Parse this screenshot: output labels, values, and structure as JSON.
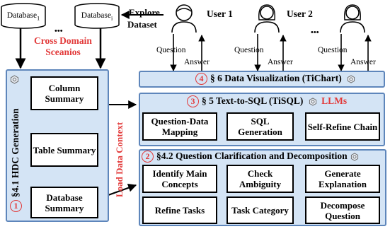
{
  "databases": [
    {
      "label": "Database",
      "sub": "1"
    },
    {
      "label": "Database",
      "sub": "i"
    }
  ],
  "db_ellipsis": "•••",
  "cross_domain": [
    "Cross Domain",
    "Sceanios"
  ],
  "explore": [
    "Explore",
    "Dataset"
  ],
  "users": [
    {
      "label": "User 1"
    },
    {
      "label": "User 2"
    }
  ],
  "users_ellipsis": "•••",
  "question_label": "Question",
  "answer_label": "Answer",
  "hdc": {
    "title": "§4.1 HDC Generation",
    "num": "1",
    "boxes": [
      "Column Summary",
      "Table Summary",
      "Database Summary"
    ]
  },
  "load_context": "Load Data Context",
  "viz": {
    "num": "4",
    "title": "§ 6 Data Visualization (TiChart)"
  },
  "tisql": {
    "num": "3",
    "title": "§ 5 Text-to-SQL (TiSQL)",
    "llm": "LLMs",
    "boxes": [
      "Question-Data Mapping",
      "SQL Generation",
      "Self-Refine Chain"
    ]
  },
  "clar": {
    "num": "2",
    "title": "§4.2 Question Clarification and Decomposition",
    "boxes": [
      "Identify Main Concepts",
      "Check Ambiguity",
      "Generate Explanation",
      "Refine Tasks",
      "Task Category",
      "Decompose Question"
    ]
  }
}
